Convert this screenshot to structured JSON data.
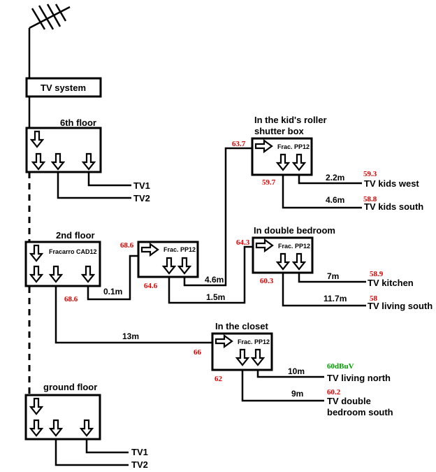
{
  "title_box": "TV system",
  "floors": {
    "sixth": {
      "title": "6th floor",
      "tv1": "TV1",
      "tv2": "TV2"
    },
    "second": {
      "title": "2nd floor",
      "device": "Fracarro CAD12",
      "in_level": "68.6"
    },
    "ground": {
      "title": "ground floor",
      "tv1": "TV1",
      "tv2": "TV2"
    }
  },
  "splitters": {
    "hall": {
      "device": "Frac. PP12",
      "in_level": "68.6",
      "out_level": "64.6"
    },
    "kids": {
      "title_line1": "In the kid's roller",
      "title_line2": "shutter box",
      "device": "Frac. PP12",
      "in_level": "63.7",
      "out_level": "59.7"
    },
    "double": {
      "title": "In double bedroom",
      "device": "Frac. PP12",
      "in_level": "64.3",
      "out_level": "60.3"
    },
    "closet": {
      "title": "In the closet",
      "device": "Frac. PP12",
      "in_level": "66",
      "out_level": "62"
    }
  },
  "cables": {
    "c1": "0.1m",
    "c2": "4.6m",
    "c3": "1.5m",
    "c4": "13m",
    "kids_west": "2.2m",
    "kids_south": "4.6m",
    "kitchen": "7m",
    "living_south": "11.7m",
    "living_north": "10m",
    "double_south": "9m"
  },
  "outlets": {
    "kids_west": {
      "name": "TV kids west",
      "level": "59.3"
    },
    "kids_south": {
      "name": "TV kids south",
      "level": "58.8"
    },
    "kitchen": {
      "name": "TV kitchen",
      "level": "58.9"
    },
    "living_south": {
      "name": "TV living south",
      "level": "58"
    },
    "living_north": {
      "name": "TV living north",
      "level": "60dBuV"
    },
    "double_south": {
      "name_line1": "TV double",
      "name_line2": "bedroom south",
      "level": "60.2"
    }
  },
  "colors": {
    "level_red": "#e00000",
    "level_green": "#00a000",
    "ink": "#000000"
  }
}
